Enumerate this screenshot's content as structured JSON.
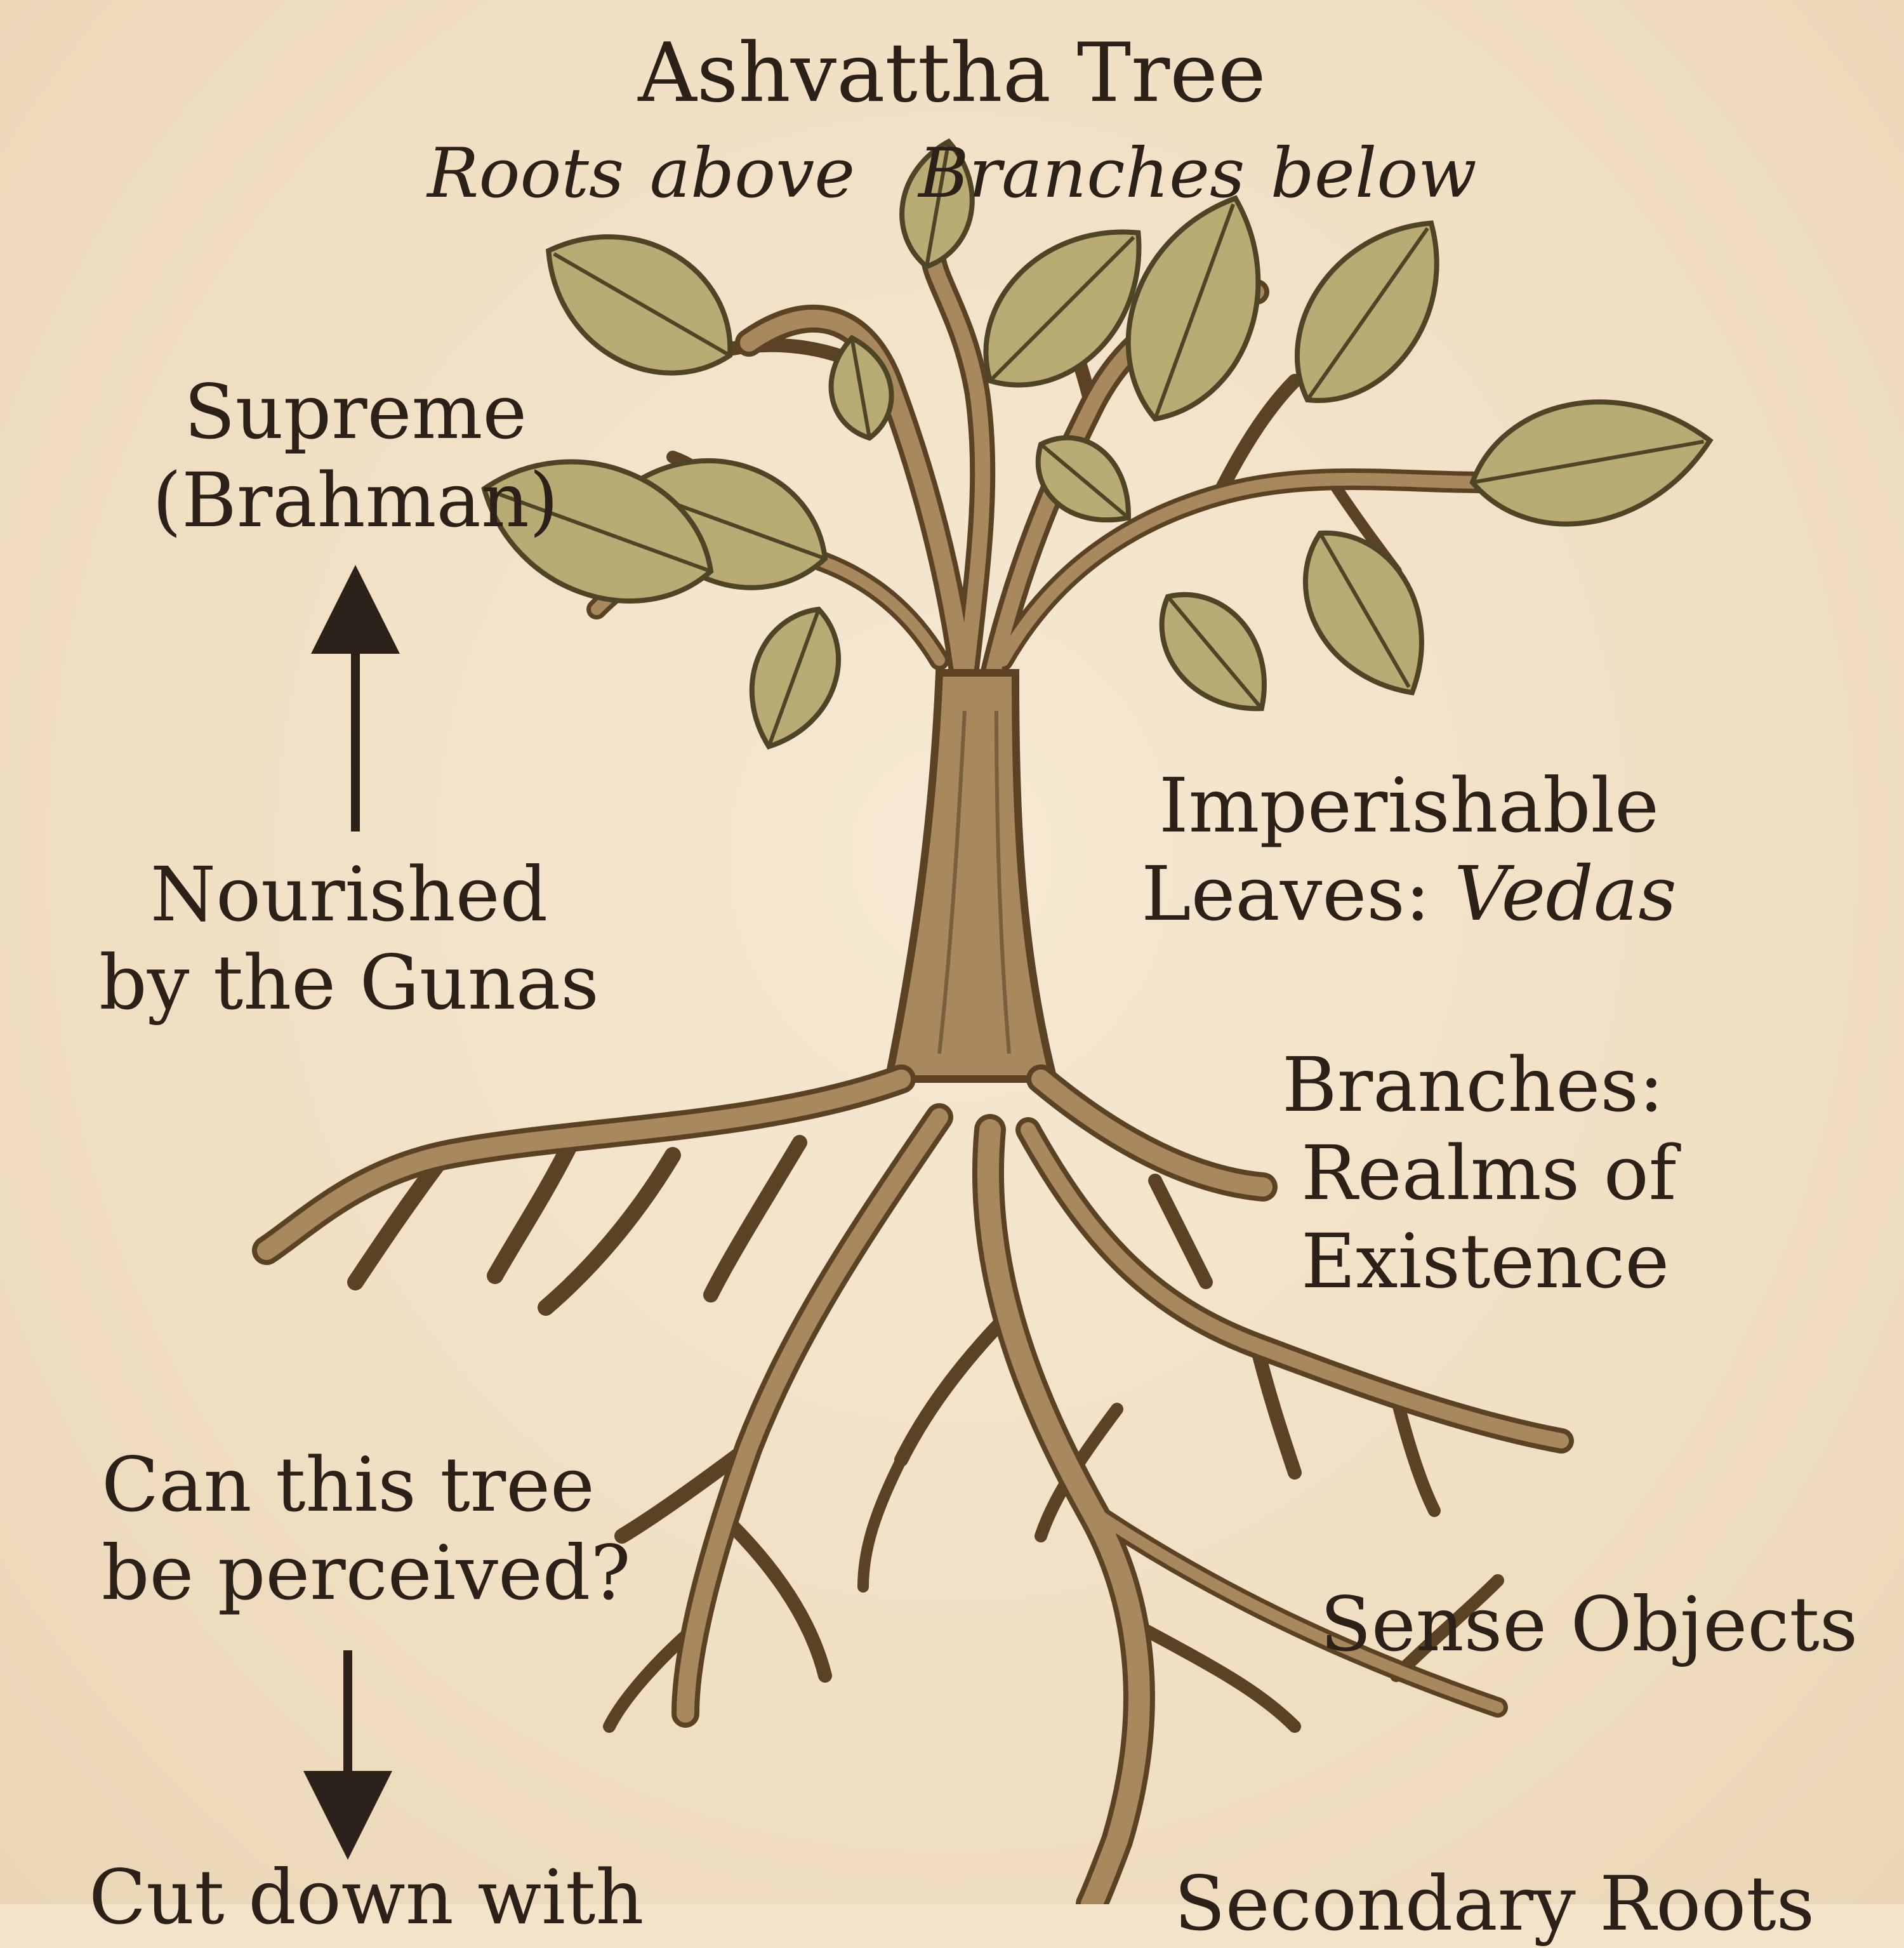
{
  "title": "Ashvattha Tree",
  "subtitle": {
    "left": "Roots above",
    "right": "Branches below"
  },
  "labels": {
    "supreme": {
      "line1": "Supreme",
      "line2": "(Brahman)"
    },
    "nourished": {
      "line1": "Nourished",
      "line2": "by the Gunas"
    },
    "imperishable": {
      "line1": "Imperishable",
      "line2_prefix": "Leaves: ",
      "line2_italic": "Vedas"
    },
    "branches": {
      "line1": "Branches:",
      "line2": "Realms of",
      "line3": "Existence"
    },
    "question": {
      "line1": "Can this tree",
      "line2": "be perceived?"
    },
    "sense": "Sense Objects",
    "cut": "Cut down with",
    "partial_right": "Secondary Roots"
  },
  "colors": {
    "background": "#f3e3c8",
    "ink": "#2b2118",
    "bark": "#a8895d",
    "bark_dark": "#5c4225",
    "leaf": "#b8ab73",
    "leaf_dark": "#4e4426"
  },
  "icons": [
    "arrow-up-icon",
    "arrow-down-icon",
    "leaf-icon"
  ]
}
